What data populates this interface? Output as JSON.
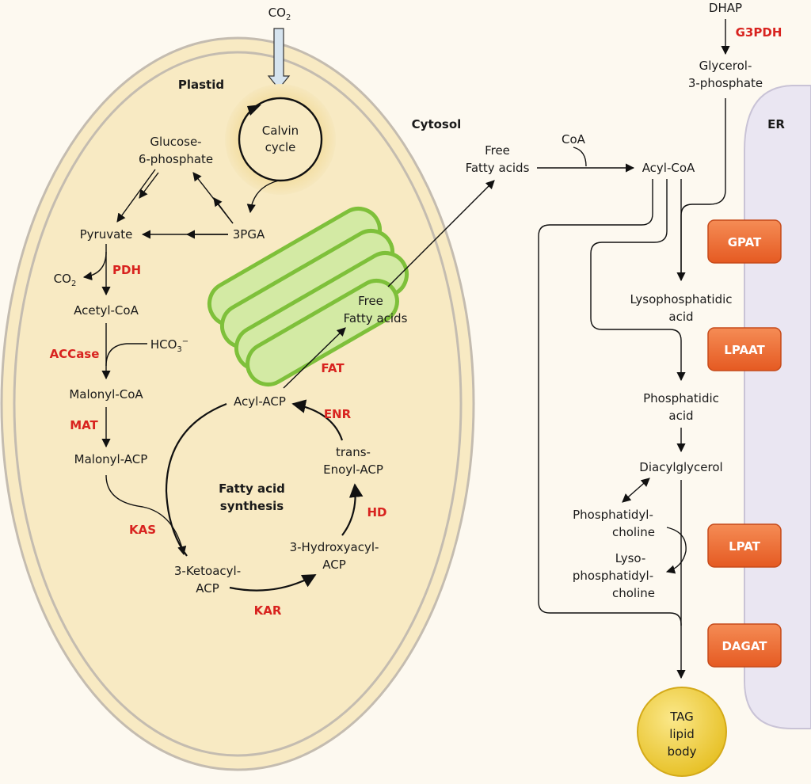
{
  "compartments": {
    "plastid": "Plastid",
    "cytosol": "Cytosol",
    "er": "ER"
  },
  "plastid": {
    "co2_in": "CO2",
    "calvin_1": "Calvin",
    "calvin_2": "cycle",
    "g6p_1": "Glucose-",
    "g6p_2": "6-phosphate",
    "pga": "3PGA",
    "pyruvate": "Pyruvate",
    "co2_out": "CO2",
    "pdh": "PDH",
    "acetyl_coa": "Acetyl-CoA",
    "hco3": "HCO3⁻",
    "accase": "ACCase",
    "malonyl_coa": "Malonyl-CoA",
    "mat": "MAT",
    "malonyl_acp": "Malonyl-ACP",
    "kas": "KAS",
    "ketoacyl_1": "3-Ketoacyl-",
    "ketoacyl_2": "ACP",
    "kar": "KAR",
    "hydroxyacyl_1": "3-Hydroxyacyl-",
    "hydroxyacyl_2": "ACP",
    "hd": "HD",
    "enoyl_1": "trans-",
    "enoyl_2": "Enoyl-ACP",
    "enr": "ENR",
    "acyl_acp": "Acyl-ACP",
    "fas_1": "Fatty acid",
    "fas_2": "synthesis",
    "fat": "FAT",
    "ffa_1": "Free",
    "ffa_2": "Fatty acids"
  },
  "cytosol": {
    "ffa_1": "Free",
    "ffa_2": "Fatty acids",
    "coa": "CoA",
    "acyl_coa": "Acyl-CoA",
    "dhap": "DHAP",
    "g3pdh": "G3PDH",
    "g3p_1": "Glycerol-",
    "g3p_2": "3-phosphate",
    "lpa_1": "Lysophosphatidic",
    "lpa_2": "acid",
    "pa_1": "Phosphatidic",
    "pa_2": "acid",
    "dag": "Diacylglycerol",
    "pc_1": "Phosphatidyl-",
    "pc_2": "choline",
    "lpc_1": "Lyso-",
    "lpc_2": "phosphatidyl-",
    "lpc_3": "choline",
    "tag_1": "TAG",
    "tag_2": "lipid",
    "tag_3": "body"
  },
  "enzymes": {
    "gpat": "GPAT",
    "lpaat": "LPAAT",
    "lpat": "LPAT",
    "dagat": "DAGAT"
  },
  "colors": {
    "background": "#fdf9f0",
    "plastid_fill": "#f8eac3",
    "plastid_border": "#c4bcb0",
    "er_fill": "#eae6f2",
    "thylakoid_fill": "#d3eaa4",
    "thylakoid_stroke": "#7ec03a",
    "calvin_halo": "#f5deA4",
    "enzyme_text": "#d8231f",
    "enzyme_box": "#ef6b2f",
    "tag_body": "#eec92c"
  }
}
